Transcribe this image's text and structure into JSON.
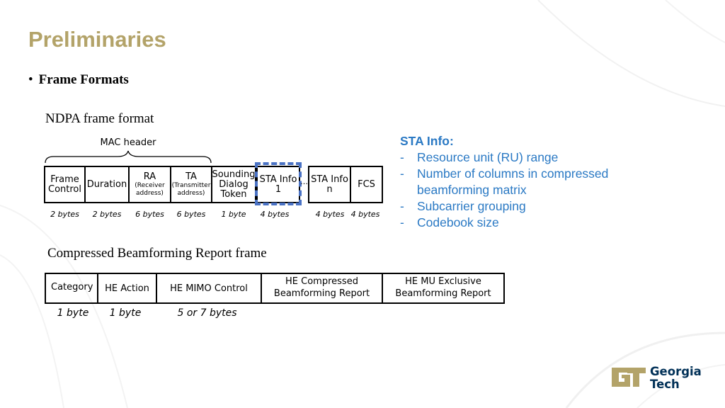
{
  "title": "Preliminaries",
  "bullet": {
    "label": "Frame Formats"
  },
  "ndpa": {
    "label": "NDPA frame format",
    "mac_header_label": "MAC header",
    "fields": [
      {
        "lines": [
          "Frame",
          "Control"
        ],
        "size": "2 bytes"
      },
      {
        "lines": [
          "Duration"
        ],
        "size": "2 bytes"
      },
      {
        "lines": [
          "RA"
        ],
        "sub": [
          "(Receiver",
          "address)"
        ],
        "size": "6 bytes"
      },
      {
        "lines": [
          "TA"
        ],
        "sub": [
          "(Transmitter",
          "address)"
        ],
        "size": "6 bytes"
      },
      {
        "lines": [
          "Sounding",
          "Dialog",
          "Token"
        ],
        "size": "1 byte"
      },
      {
        "lines": [
          "STA Info",
          "1"
        ],
        "size": "4 bytes"
      },
      {
        "lines": [
          "STA Info",
          "n"
        ],
        "size": "4 bytes"
      },
      {
        "lines": [
          "FCS"
        ],
        "size": "4 bytes"
      }
    ],
    "ellipsis": "…"
  },
  "sta_info": {
    "heading": "STA Info:",
    "items": [
      {
        "dash": "-",
        "text": "Resource unit (RU) range"
      },
      {
        "dash": "-",
        "text": "Number of columns in compressed beamforming matrix"
      },
      {
        "dash": "-",
        "text": "Subcarrier grouping"
      },
      {
        "dash": "-",
        "text": "Codebook size"
      }
    ]
  },
  "cbr": {
    "label": "Compressed Beamforming Report frame",
    "fields": [
      {
        "lines": [
          "Category"
        ],
        "size": "1 byte"
      },
      {
        "lines": [
          "HE Action"
        ],
        "size": "1 byte"
      },
      {
        "lines": [
          "HE MIMO Control"
        ],
        "size": "5 or 7 bytes"
      },
      {
        "lines": [
          "HE Compressed",
          "Beamforming Report"
        ],
        "size": ""
      },
      {
        "lines": [
          "HE MU Exclusive",
          "Beamforming Report"
        ],
        "size": ""
      }
    ]
  },
  "logo": {
    "line1": "Georgia",
    "line2": "Tech"
  },
  "colors": {
    "title": "#b3a369",
    "sta_info": "#2a79c4",
    "dashed_highlight": "#4a72c4",
    "logo_navy": "#003057",
    "logo_gold": "#b3a369"
  }
}
